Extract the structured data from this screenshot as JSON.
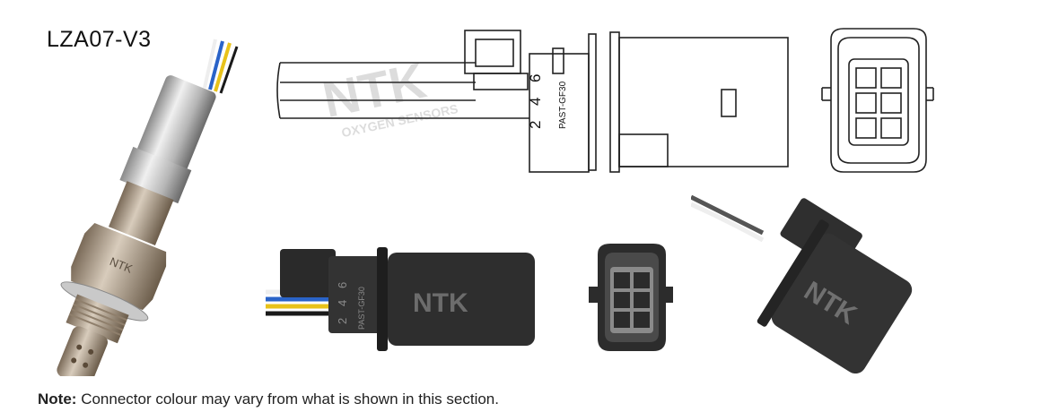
{
  "part_number": "LZA07-V3",
  "note": {
    "label": "Note:",
    "text": "Connector colour may vary from what is shown in this section."
  },
  "brand_mark": "NTK",
  "watermark": {
    "brand": "NTK",
    "subtitle": "OXYGEN SENSORS"
  },
  "connector": {
    "molded_code": "PAST-GF30",
    "pin_numbers": [
      "2",
      "4",
      "6"
    ]
  },
  "sensor_marking": "NTK",
  "wire_colors": [
    "#2a63c8",
    "#e8c21a",
    "#ffffff",
    "#1a1a1a"
  ]
}
